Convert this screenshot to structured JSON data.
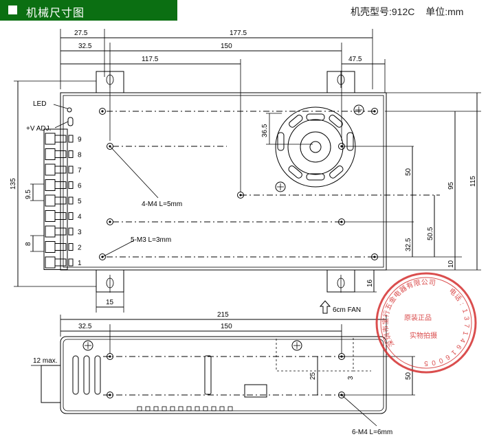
{
  "title": "机械尺寸图",
  "model": {
    "label": "机壳型号:912C",
    "unit": "单位:mm"
  },
  "top_view": {
    "dims": {
      "d27_5": "27.5",
      "d177_5": "177.5",
      "d32_5": "32.5",
      "d150": "150",
      "d117_5": "117.5",
      "d47_5": "47.5",
      "d36_5": "36.5",
      "d50": "50",
      "d95": "95",
      "d115": "115",
      "d50_5": "50.5",
      "d32_5v": "32.5",
      "d10": "10",
      "d135": "135",
      "d9_5": "9.5",
      "d8": "8",
      "d15": "15",
      "d16": "16"
    },
    "led": "LED",
    "vadj": "+V ADJ.",
    "terminals": [
      "9",
      "8",
      "7",
      "6",
      "5",
      "4",
      "3",
      "2",
      "1"
    ],
    "callout_m4": "4-M4 L=5mm",
    "callout_m3": "5-M3 L=3mm",
    "fan": "6cm FAN"
  },
  "bottom_view": {
    "dims": {
      "d215": "215",
      "d32_5": "32.5",
      "d150": "150",
      "d12": "12 max.",
      "d25": "25",
      "d50": "50",
      "d3": "3"
    },
    "callout_m4": "6-M4 L=6mm"
  },
  "stamp": {
    "center_top": "原装正品",
    "center_bottom": "实物拍摄",
    "ring": "深圳市宝行五金电器有限公司",
    "phone": "电话:13714616005"
  },
  "colors": {
    "title_bg": "#0b6f12",
    "stamp": "#d43030"
  }
}
